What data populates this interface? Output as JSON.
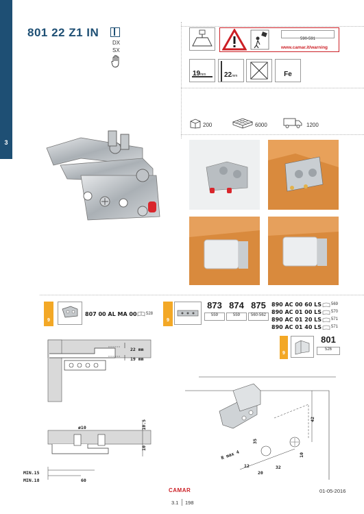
{
  "sidebar": {
    "section_number": "3"
  },
  "product": {
    "code": "801 22 Z1 IN",
    "sides": [
      "DX",
      "SX"
    ]
  },
  "warning_panel": {
    "page_ref": "590-591",
    "url": "www.camar.it/warning"
  },
  "specs": {
    "dim1_value": "19",
    "dim1_unit": "mm",
    "dim2_value": "22",
    "dim2_unit": "mm",
    "material": "Fe"
  },
  "packaging": {
    "box_qty": "200",
    "pallet_qty": "6000",
    "truck_qty": "1200"
  },
  "accessories": {
    "tab_label": "9",
    "item1": {
      "code": "807 00 AL MA 00",
      "page": "528"
    },
    "screws": [
      {
        "code": "873",
        "page": "559"
      },
      {
        "code": "874",
        "page": "559"
      },
      {
        "code": "875",
        "page": "560-562"
      }
    ],
    "covers": [
      {
        "code": "890 AC 00 60 LS",
        "page": "569"
      },
      {
        "code": "890 AC 01 00 LS",
        "page": "570"
      },
      {
        "code": "890 AC 01 20 LS",
        "page": "571"
      },
      {
        "code": "890 AC 01 40 LS",
        "page": "571"
      }
    ],
    "item801": {
      "code": "801",
      "page": "526"
    }
  },
  "drawing_left": {
    "dim_22": "22 mm",
    "dim_19": "19 mm",
    "dim_phi10": "ø10",
    "dim_105": "10.5",
    "dim_10": "10",
    "dim_min15": "MIN.15",
    "dim_min18": "MIN.18",
    "dim_60": "60"
  },
  "drawing_right": {
    "dim_42": "42",
    "dim_35": "35",
    "dim_rmax4": "R max 4",
    "dim_12": "12",
    "dim_20": "20",
    "dim_32": "32",
    "dim_10": "10"
  },
  "footer": {
    "brand": "CAMAR",
    "date": "01-05-2016",
    "section": "3.1",
    "page": "198"
  }
}
